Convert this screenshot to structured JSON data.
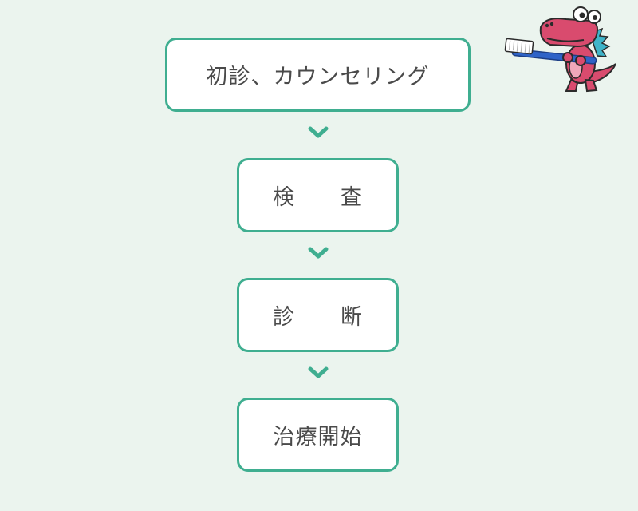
{
  "flow": {
    "steps": [
      {
        "label": "初診、カウンセリング"
      },
      {
        "chars": [
          "検",
          "査"
        ]
      },
      {
        "chars": [
          "診",
          "断"
        ]
      },
      {
        "label": "治療開始"
      }
    ]
  },
  "colors": {
    "background": "#ebf4ee",
    "accent": "#3fae90",
    "box_fill": "#ffffff",
    "text": "#4a4a4a",
    "mascot_body": "#d94b6e",
    "mascot_spikes": "#3fb4c9",
    "toothbrush": "#2f63c7"
  },
  "icons": {
    "arrow": "chevron-down-icon",
    "mascot": "crocodile-toothbrush-mascot"
  }
}
